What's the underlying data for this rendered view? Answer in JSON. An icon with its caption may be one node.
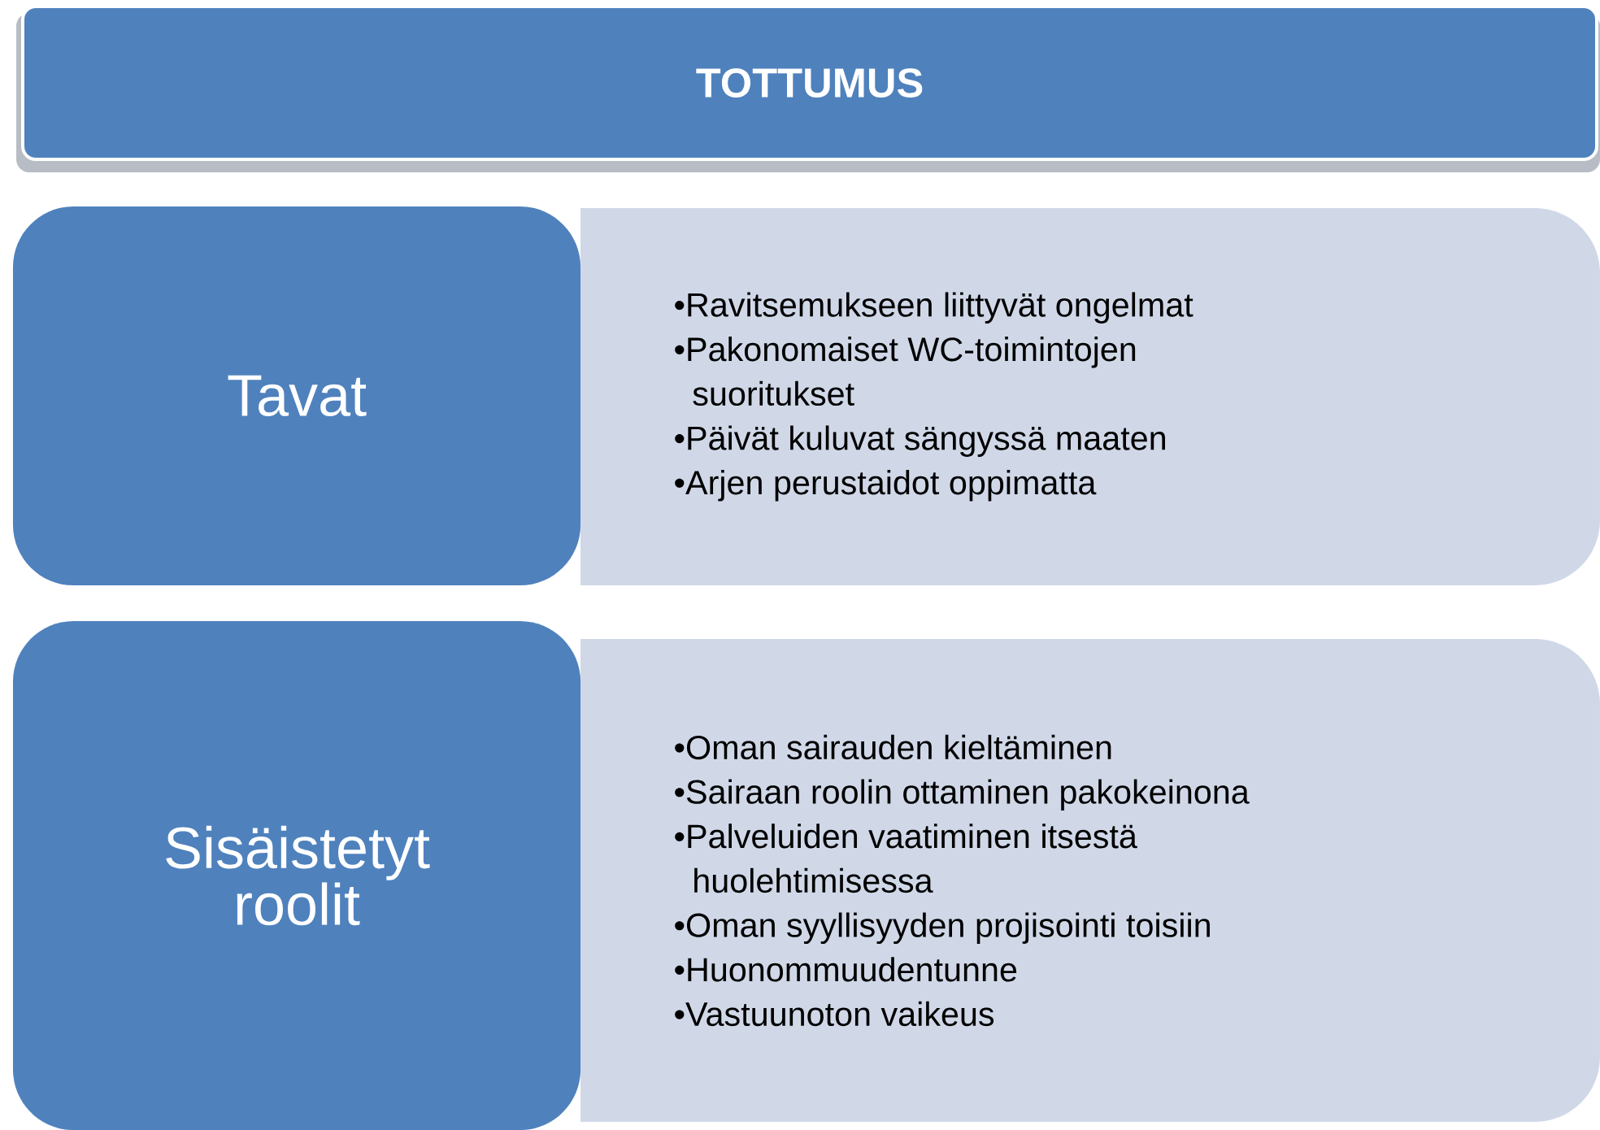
{
  "diagram": {
    "nodes": [
      {
        "text": [
          "TOTTUMUS"
        ]
      },
      {
        "text": [
          "Tavat"
        ]
      },
      {
        "text": [
          "•Ravitsemukseen liittyvät ongelmat",
          "•Pakonomaiset WC-toimintojen suoritukset",
          "•Päivät kuluvat sängyssä maaten",
          "•Arjen perustaidot oppimatta"
        ]
      },
      {
        "text": [
          "Sisäistetyt roolit"
        ]
      },
      {
        "text": [
          "•Oman sairauden kieltäminen",
          "•Sairaan roolin ottaminen pakokeinona",
          "•Palveluiden vaatiminen itsestä huolehtimisessa",
          "•Oman syyllisyyden projisointi toisiin",
          "•Huonommuudentunne",
          "•Vastuunoton vaikeus"
        ]
      }
    ]
  }
}
